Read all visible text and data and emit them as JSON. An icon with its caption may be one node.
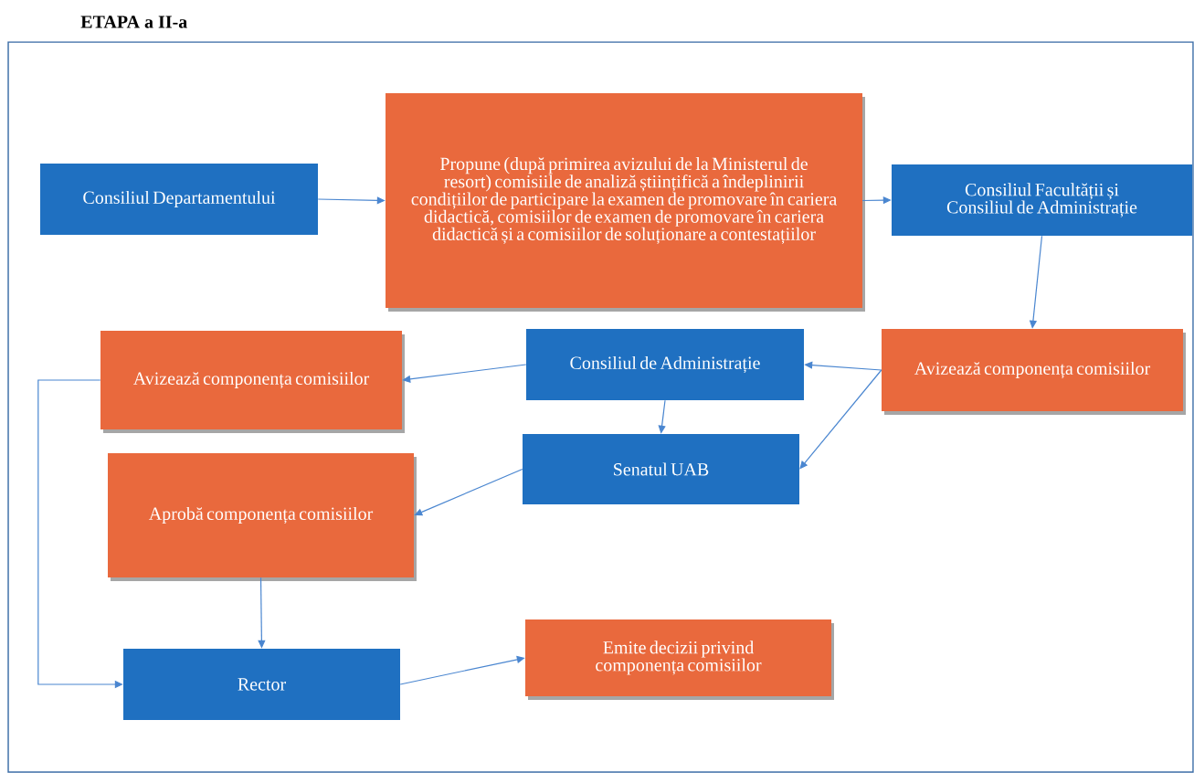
{
  "diagram": {
    "title": "ETAPA a II-a",
    "nodes": [
      {
        "text": [
          "Consiliul Departamentului"
        ]
      },
      {
        "text": [
          "Propune (după primirea avizului de la Ministerul de resort) comisiile de analiză științifică a îndeplinirii condițiilor de participare la examen de promovare în cariera didactică, comisiilor de examen de promovare în cariera didactică și a comisiilor de soluționare a contestațiilor"
        ]
      },
      {
        "text": [
          "Consiliul Facultății și Consiliul de Administrație"
        ]
      },
      {
        "text": [
          "Avizează componența comisiilor"
        ]
      },
      {
        "text": [
          "Consiliul de Administrație"
        ]
      },
      {
        "text": [
          "Avizează componența comisiilor"
        ]
      },
      {
        "text": [
          "Senatul UAB"
        ]
      },
      {
        "text": [
          "Aprobă componența comisiilor"
        ]
      },
      {
        "text": [
          "Rector"
        ]
      },
      {
        "text": [
          "Emite decizii privind componența comisiilor"
        ]
      }
    ],
    "edges": [
      {
        "from": 0,
        "to": 1,
        "arrow": "to"
      },
      {
        "from": 1,
        "to": 2,
        "arrow": "to"
      },
      {
        "from": 2,
        "to": 3,
        "arrow": "to"
      },
      {
        "from": 3,
        "to": 4,
        "arrow": "to"
      },
      {
        "from": 3,
        "to": 6,
        "arrow": "to"
      },
      {
        "from": 4,
        "to": 5,
        "arrow": "to"
      },
      {
        "from": 4,
        "to": 6,
        "arrow": "to"
      },
      {
        "from": 6,
        "to": 7,
        "arrow": "to"
      },
      {
        "from": 7,
        "to": 8,
        "arrow": "to"
      },
      {
        "from": 5,
        "to": 8,
        "arrow": "to"
      },
      {
        "from": 8,
        "to": 9,
        "arrow": "to"
      }
    ]
  }
}
